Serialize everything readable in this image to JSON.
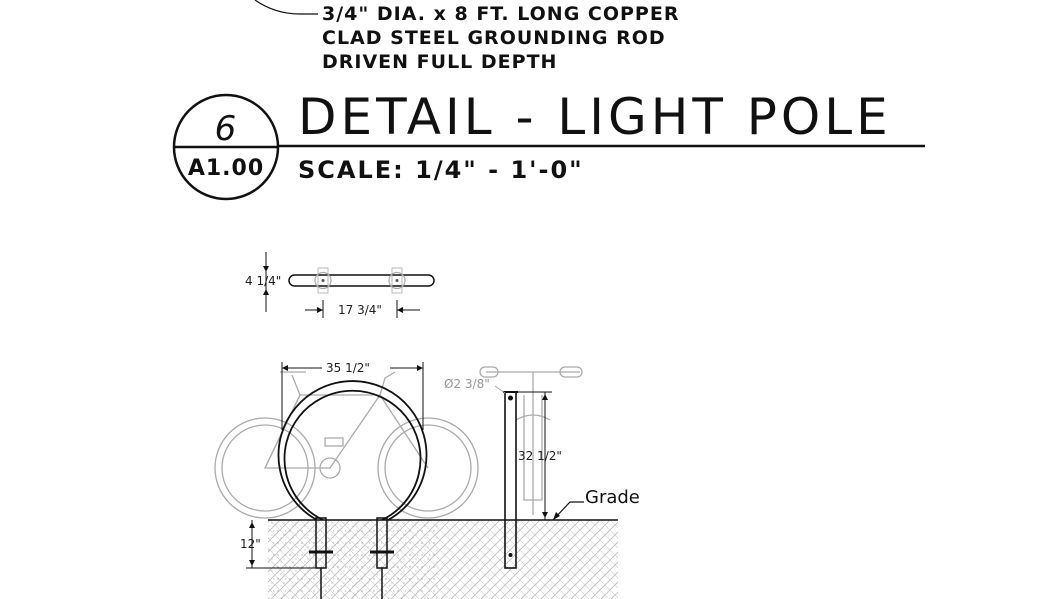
{
  "note": {
    "line1": "3/4\" DIA. x 8 FT. LONG COPPER",
    "line2": "CLAD STEEL GROUNDING ROD",
    "line3": "DRIVEN FULL DEPTH"
  },
  "detail": {
    "number": "6",
    "sheet": "A1.00",
    "title": "DETAIL - LIGHT POLE",
    "scale": "SCALE: 1/4\" - 1'-0\""
  },
  "dimensions": {
    "plan_depth": "4 1/4\"",
    "plan_spacing": "17 3/4\"",
    "hoop_width": "35 1/2\"",
    "post_diameter": "Ø2 3/8\"",
    "hoop_height": "32 1/2\"",
    "embed_depth": "12\"",
    "grade_label": "Grade"
  },
  "colors": {
    "ink": "#111111",
    "bike_ghost": "#aaaaaa"
  }
}
